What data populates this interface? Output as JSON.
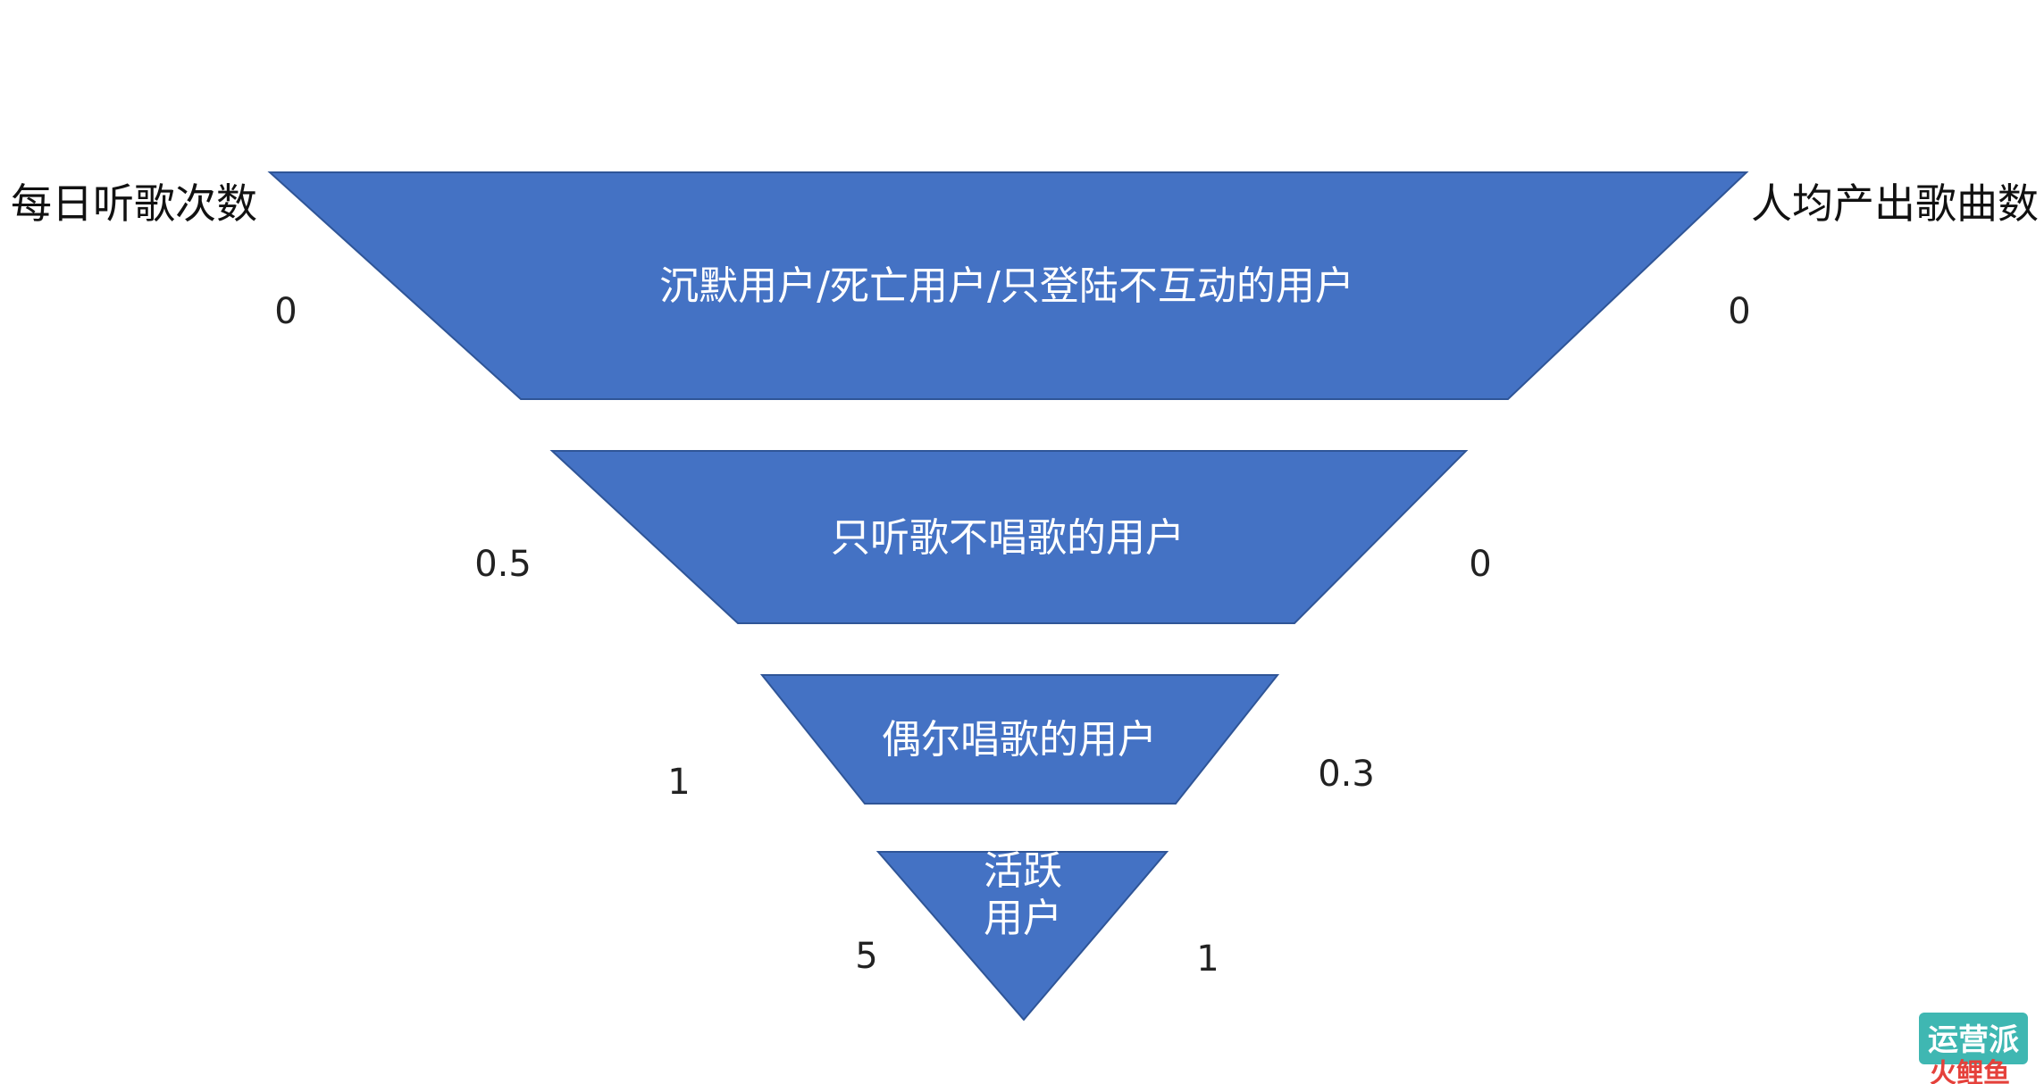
{
  "left_axis_title": "每日听歌次数",
  "right_axis_title": "人均产出歌曲数",
  "tiers": [
    {
      "label_lines": [
        "沉默用户/死亡用户/只登陆不互动的用户"
      ],
      "left_value": "0",
      "right_value": "0"
    },
    {
      "label_lines": [
        "只听歌不唱歌的用户"
      ],
      "left_value": "0.5",
      "right_value": "0"
    },
    {
      "label_lines": [
        "偶尔唱歌的用户"
      ],
      "left_value": "1",
      "right_value": "0.3"
    },
    {
      "label_lines": [
        "活跃",
        "用户"
      ],
      "left_value": "5",
      "right_value": "1"
    }
  ],
  "watermark": {
    "text": "运营派",
    "sub": "火鲤鱼"
  },
  "colors": {
    "tier_fill": "#4472c4",
    "tier_stroke": "#2f5597",
    "watermark_teal": "#3fb7b2",
    "watermark_red": "#e5413b",
    "watermark_blue": "#2f8fd8"
  }
}
